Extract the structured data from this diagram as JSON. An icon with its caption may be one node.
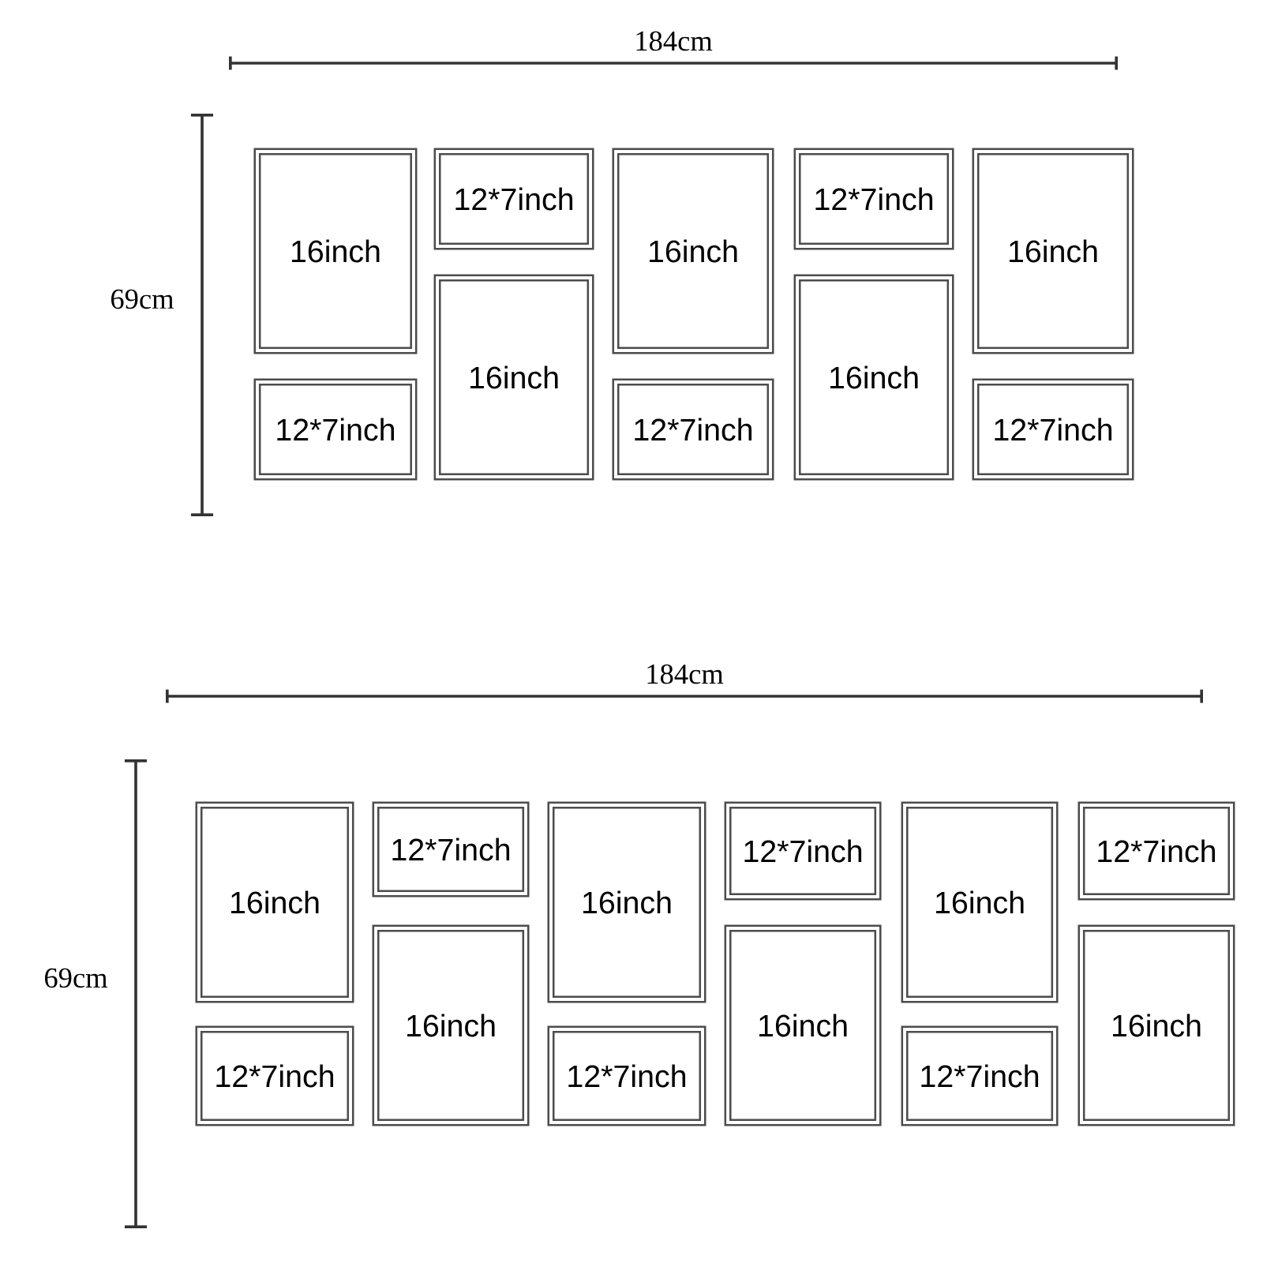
{
  "diagram": {
    "nodes": [
      {
        "text": [
          "16inch"
        ]
      },
      {
        "text": [
          "12*7inch"
        ]
      },
      {
        "text": [
          "16inch"
        ]
      },
      {
        "text": [
          "12*7inch"
        ]
      },
      {
        "text": [
          "16inch"
        ]
      },
      {
        "text": [
          "12*7inch"
        ]
      },
      {
        "text": [
          "16inch"
        ]
      },
      {
        "text": [
          "12*7inch"
        ]
      },
      {
        "text": [
          "16inch"
        ]
      },
      {
        "text": [
          "12*7inch"
        ]
      },
      {
        "text": [
          "16inch"
        ]
      },
      {
        "text": [
          "12*7inch"
        ]
      },
      {
        "text": [
          "16inch"
        ]
      },
      {
        "text": [
          "12*7inch"
        ]
      },
      {
        "text": [
          "16inch"
        ]
      },
      {
        "text": [
          "12*7inch"
        ]
      },
      {
        "text": [
          "12*7inch"
        ]
      },
      {
        "text": [
          "16inch"
        ]
      },
      {
        "text": [
          "12*7inch"
        ]
      },
      {
        "text": [
          "16inch"
        ]
      },
      {
        "text": [
          "12*7inch"
        ]
      },
      {
        "text": [
          "16inch"
        ]
      }
    ],
    "labels": [
      "184cm",
      "69cm",
      "184cm",
      "69cm"
    ]
  }
}
